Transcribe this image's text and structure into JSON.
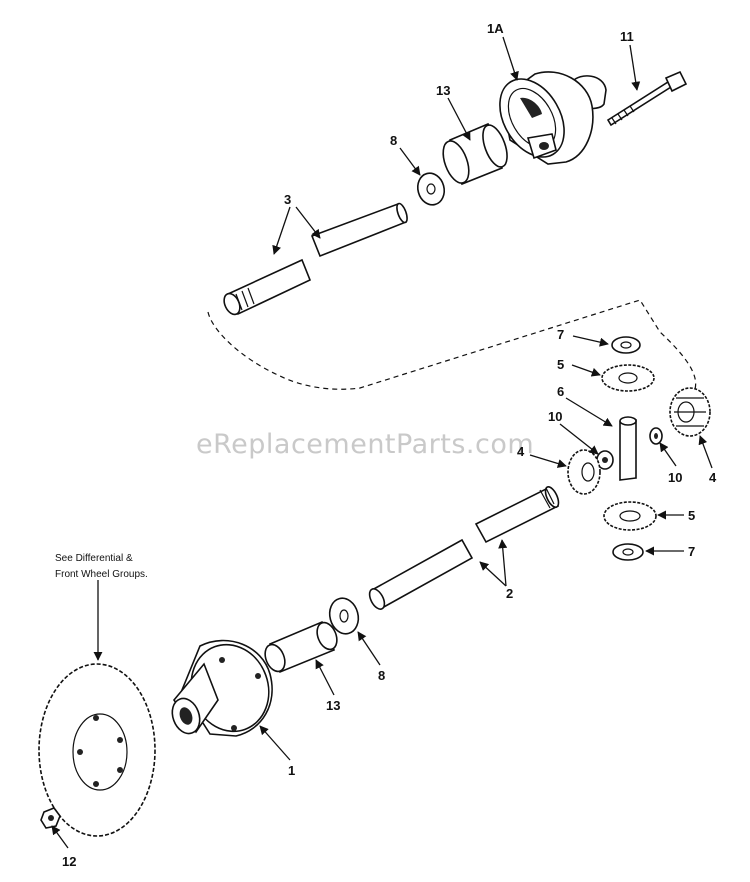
{
  "watermark": "eReplacementParts.com",
  "note": {
    "line1": "See Differential &",
    "line2": "Front Wheel Groups."
  },
  "callouts": {
    "c1A": "1A",
    "c11": "11",
    "c13_top": "13",
    "c8_top": "8",
    "c3": "3",
    "c7_top": "7",
    "c5_top": "5",
    "c6": "6",
    "c10_left": "10",
    "c4_left": "4",
    "c10_right": "10",
    "c4_right": "4",
    "c5_bottom": "5",
    "c7_bottom": "7",
    "c2": "2",
    "c8_bottom": "8",
    "c13_bottom": "13",
    "c1": "1",
    "c12": "12"
  }
}
